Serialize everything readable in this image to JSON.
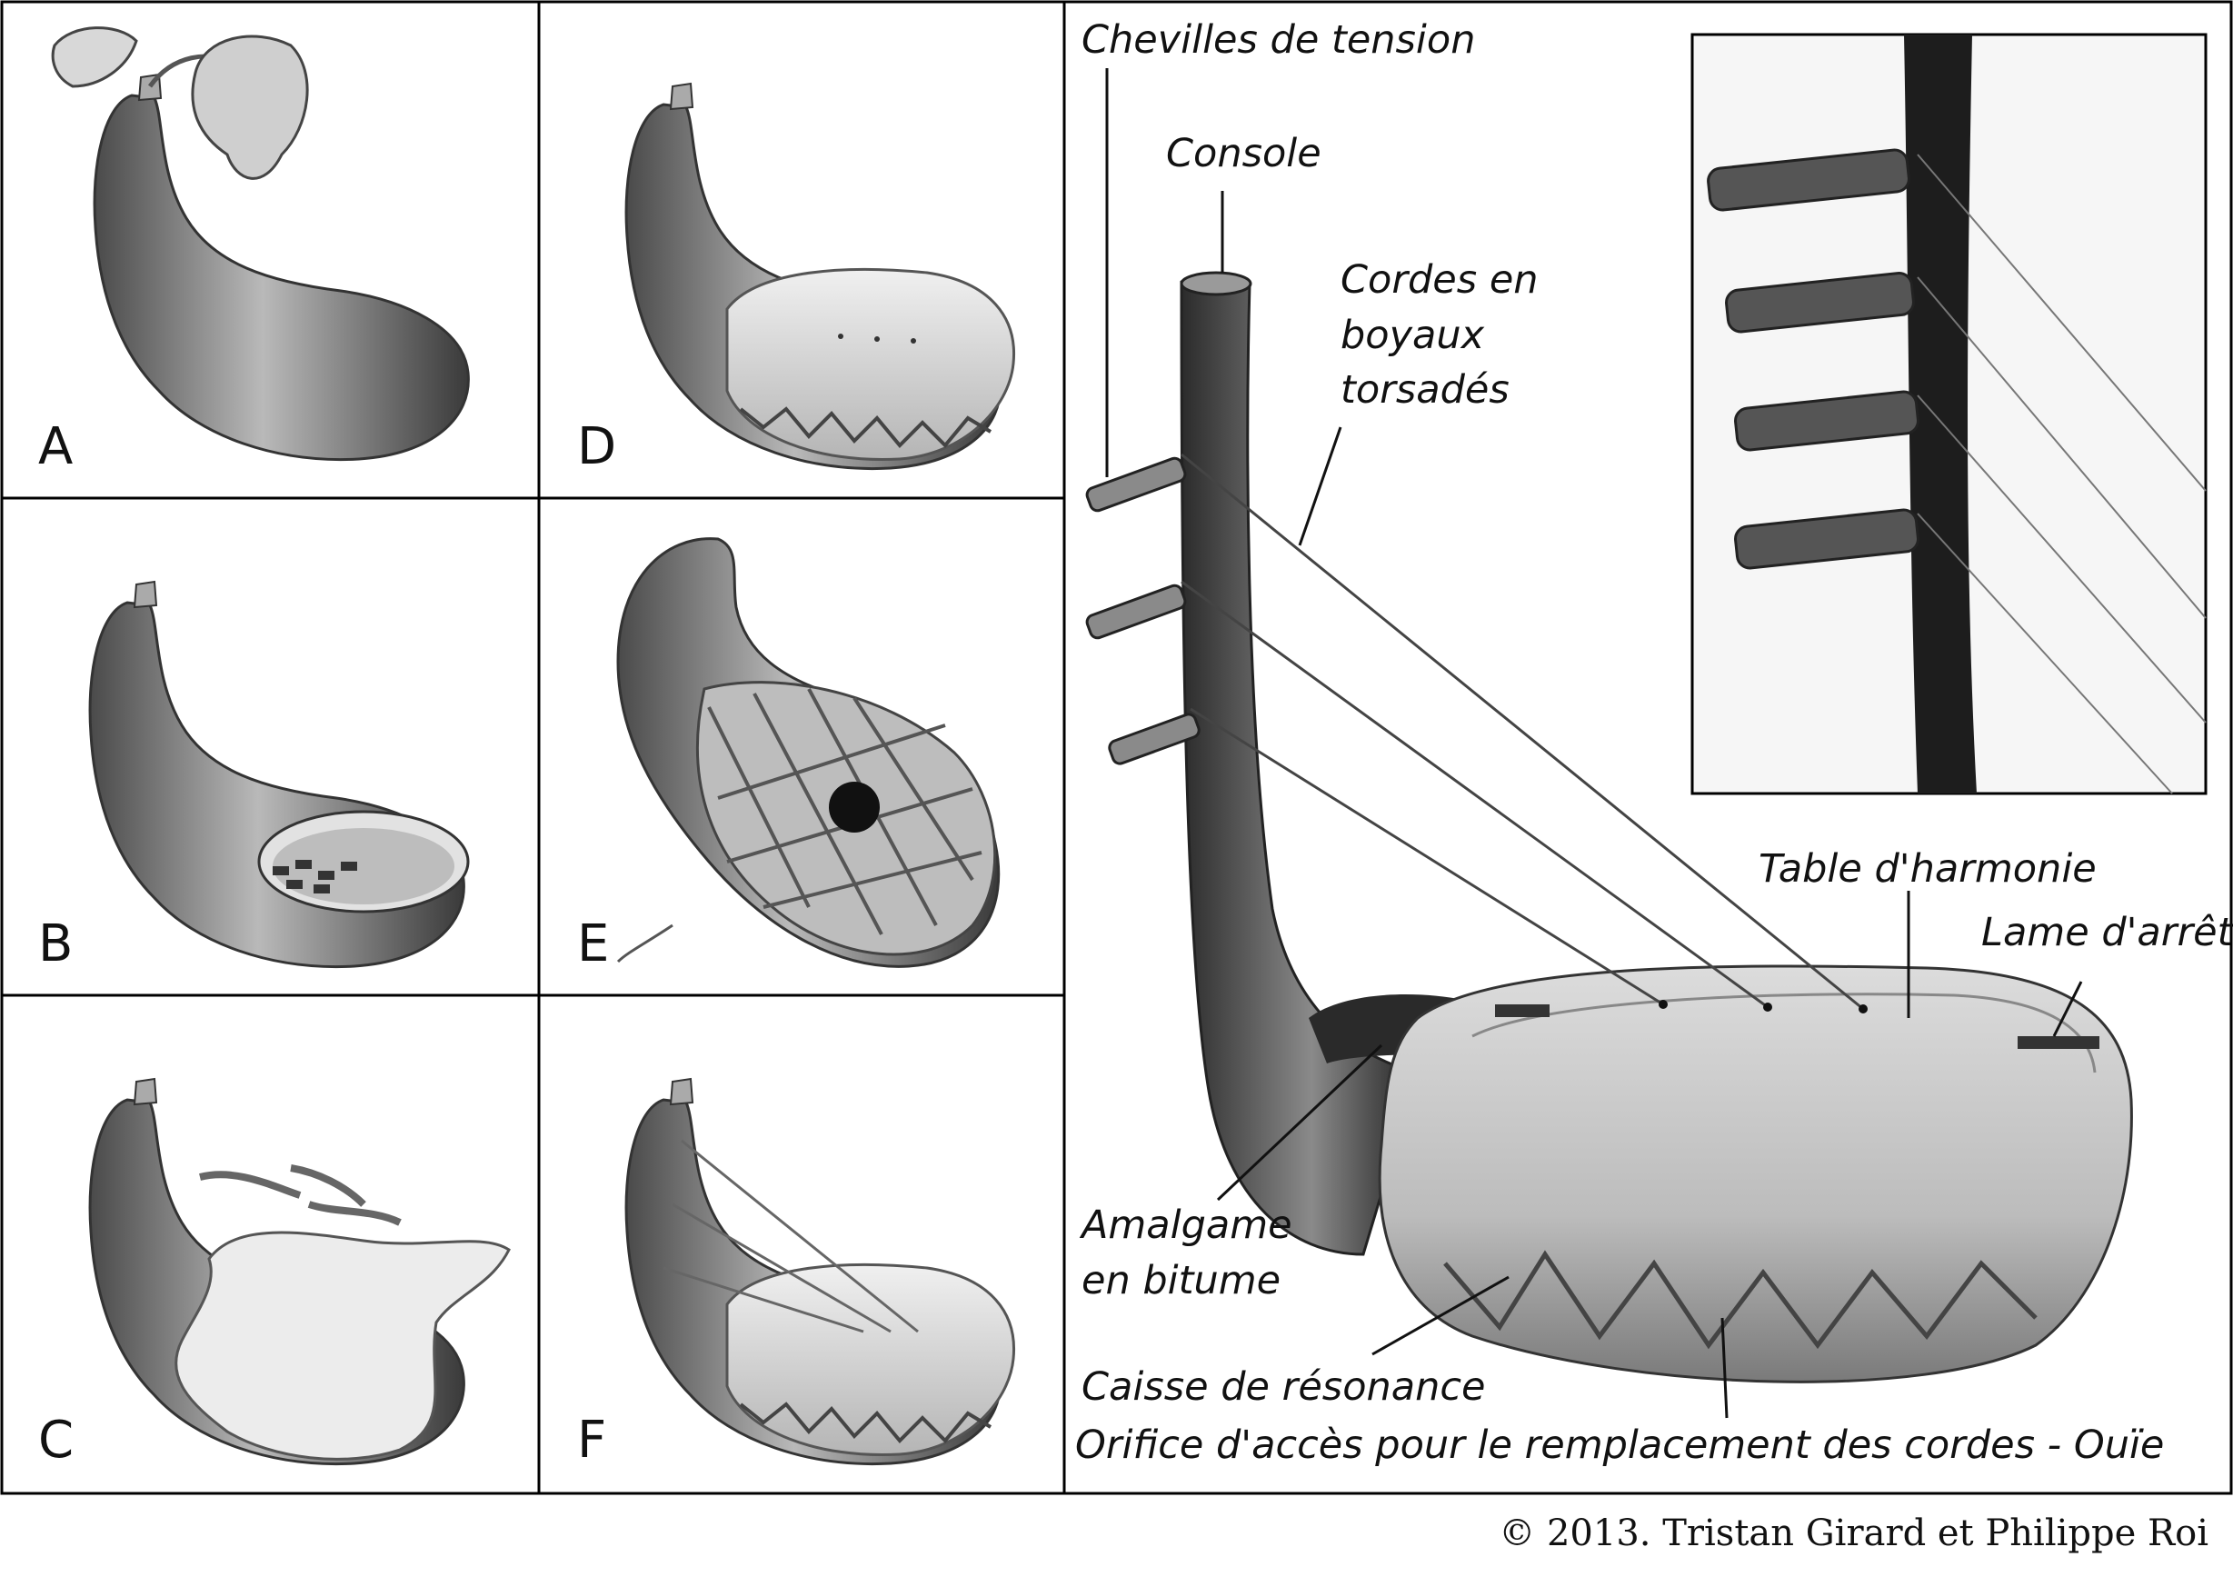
{
  "panels": [
    {
      "letter": "A"
    },
    {
      "letter": "B"
    },
    {
      "letter": "C"
    },
    {
      "letter": "D"
    },
    {
      "letter": "E"
    },
    {
      "letter": "F"
    }
  ],
  "labels": {
    "chevilles": "Chevilles de tension",
    "console": "Console",
    "cordes_1": "Cordes en",
    "cordes_2": "boyaux",
    "cordes_3": "torsadés",
    "table": "Table d'harmonie",
    "lame": "Lame d'arrêt",
    "amalgame_1": "Amalgame",
    "amalgame_2": "en bitume",
    "caisse": "Caisse de résonance",
    "orifice": "Orifice d'accès pour le remplacement des cordes - Ouïe"
  },
  "copyright": "© 2013. Tristan Girard et Philippe Roi"
}
